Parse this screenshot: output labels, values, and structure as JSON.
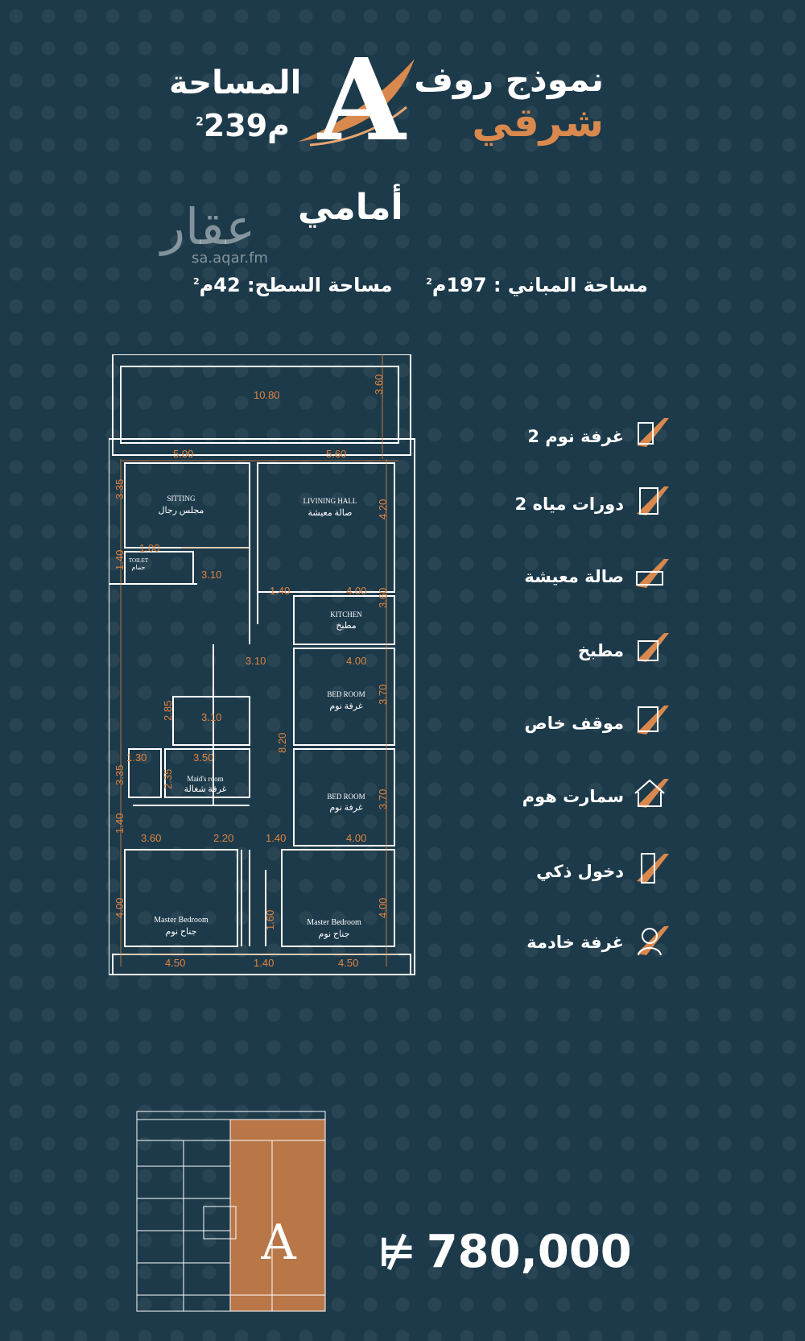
{
  "header": {
    "model_line": "نموذج روف",
    "direction": "شرقي",
    "position": "أمامي",
    "area_label": "المساحة",
    "area_value": "239م",
    "area_unit_sup": "2",
    "model_letter": "A"
  },
  "watermark": {
    "text": "عقار",
    "url": "sa.aqar.fm"
  },
  "areas": {
    "building_label": "مساحة المباني :",
    "building_value": "197م",
    "roof_label": "مساحة السطح:",
    "roof_value": "42م",
    "sup": "2"
  },
  "plan": {
    "rooms": {
      "sitting_en": "SITTING",
      "sitting_ar": "مجلس رجال",
      "living_en": "LIVINING HALL",
      "living_ar": "صالة معيشة",
      "kitchen_en": "KITCHEN",
      "kitchen_ar": "مطبخ",
      "bed1_en": "BED ROOM",
      "bed1_ar": "غرفة نوم",
      "bed2_en": "BED ROOM",
      "bed2_ar": "غرفة نوم",
      "maid_en": "Maid's room",
      "maid_ar": "غرفة شغالة",
      "master1_en": "Master Bedroom",
      "master1_ar": "جناح نوم",
      "master2_en": "Master Bedroom",
      "master2_ar": "جناح نوم",
      "toilet_en": "TOILET",
      "toilet_ar": "حمام"
    },
    "dims": [
      "10.80",
      "3.60",
      "5.00",
      "5.60",
      "3.35",
      "4.20",
      "1.00",
      "1.40",
      "3.10",
      "1.40",
      "4.00",
      "3.60",
      "3.10",
      "4.00",
      "3.70",
      "2.85",
      "3.10",
      "8.20",
      "1.30",
      "3.50",
      "3.35",
      "2.35",
      "3.70",
      "1.40",
      "3.60",
      "2.20",
      "1.40",
      "4.00",
      "4.00",
      "4.00",
      "1.60",
      "4.50",
      "1.40",
      "4.50"
    ]
  },
  "features": [
    {
      "label": "2 غرفة نوم",
      "icon": "bedroom-icon"
    },
    {
      "label": "2 دورات مياه",
      "icon": "wc-icon"
    },
    {
      "label": "صالة معيشة",
      "icon": "living-room-icon"
    },
    {
      "label": "مطبخ",
      "icon": "kitchen-icon"
    },
    {
      "label": "موقف خاص",
      "icon": "parking-icon"
    },
    {
      "label": "سمارت هوم",
      "icon": "smart-home-icon"
    },
    {
      "label": "دخول ذكي",
      "icon": "smart-entry-icon"
    },
    {
      "label": "غرفة خادمة",
      "icon": "maid-icon"
    }
  ],
  "thumbnail": {
    "letter": "A"
  },
  "price": {
    "value": "780,000",
    "currency_symbol": "⃁"
  },
  "colors": {
    "background": "#1d3a4a",
    "accent": "#d9894e",
    "plan_lines": "#ffffff",
    "dimension": "#e08440"
  }
}
